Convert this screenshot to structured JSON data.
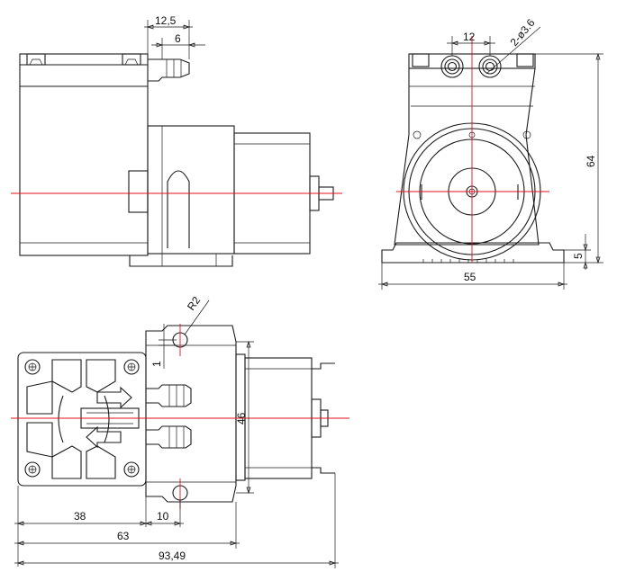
{
  "dimensions": {
    "top_inlet_width": "12,5",
    "top_inlet_offset": "6",
    "port_spacing": "12",
    "port_holes": "2-ø3.6",
    "height": "64",
    "foot_height": "5",
    "base_width": "55",
    "mount_radius": "R2",
    "mount_offset": "1",
    "body_height": "46",
    "head_length": "38",
    "hole_offset": "10",
    "body_length": "63",
    "total_length": "93,49"
  },
  "colors": {
    "line": "#1a1a1a",
    "centerline": "#e0101a"
  }
}
